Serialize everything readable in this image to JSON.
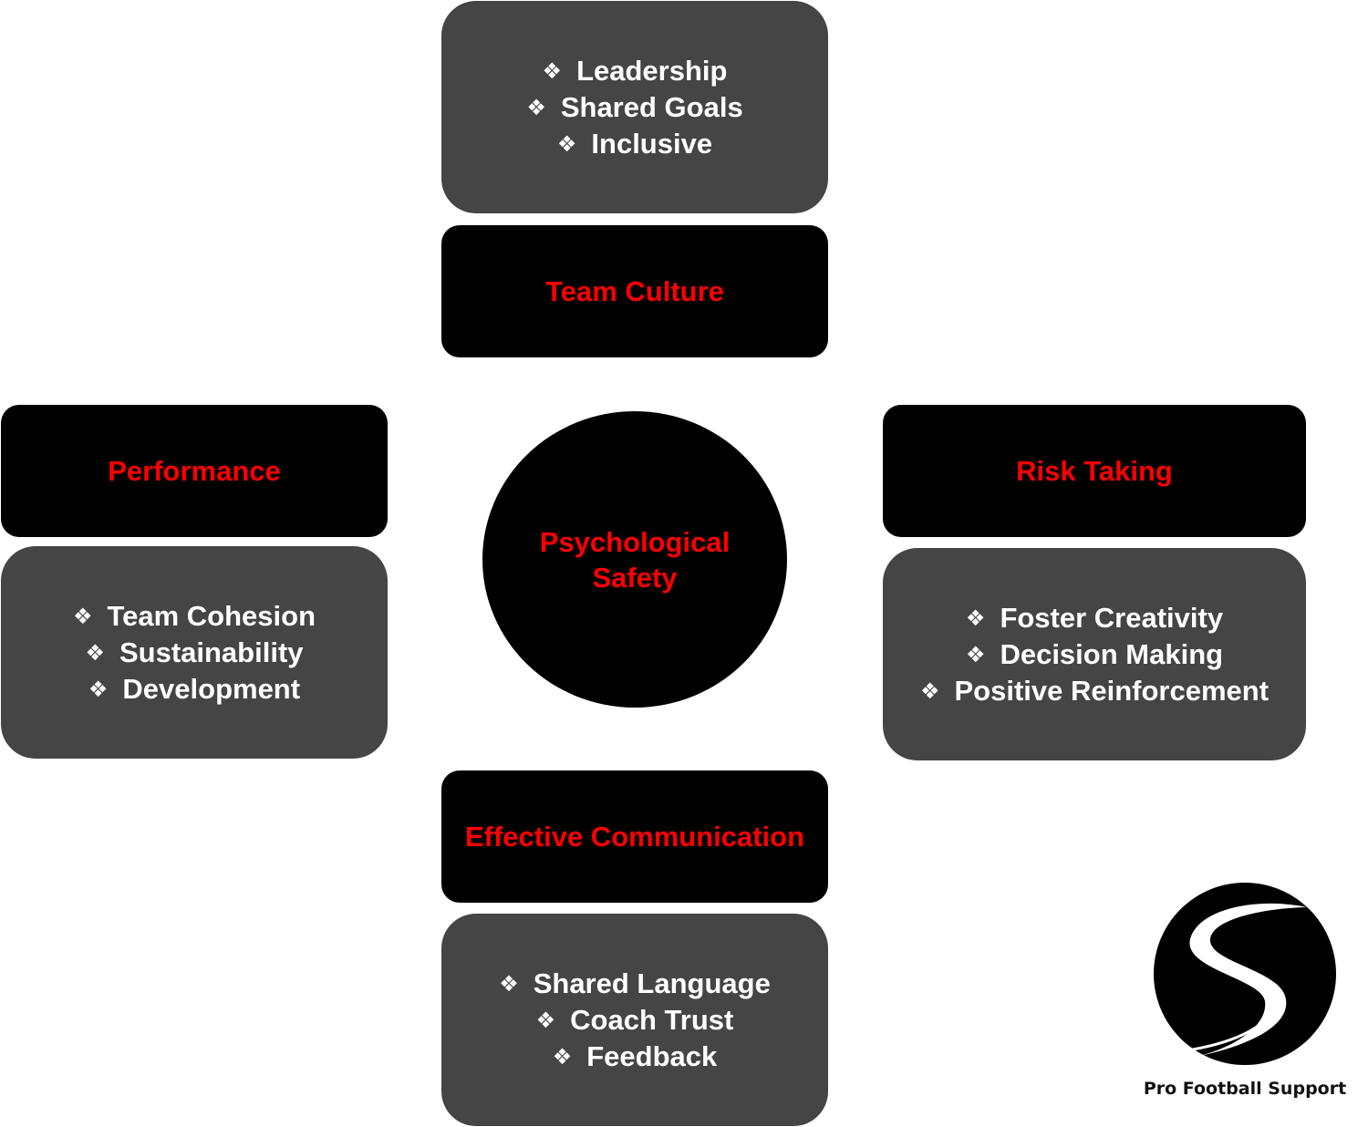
{
  "center": {
    "label": "Psychological Safety"
  },
  "bullet_symbol": "❖",
  "team_culture": {
    "title": "Team Culture",
    "items": [
      "Leadership",
      "Shared Goals",
      "Inclusive"
    ]
  },
  "performance": {
    "title": "Performance",
    "items": [
      "Team Cohesion",
      "Sustainability",
      "Development"
    ]
  },
  "risk_taking": {
    "title": "Risk Taking",
    "items": [
      "Foster Creativity",
      "Decision Making",
      "Positive Reinforcement"
    ]
  },
  "effective_communication": {
    "title": "Effective Communication",
    "items": [
      "Shared Language",
      "Coach Trust",
      "Feedback"
    ]
  },
  "logo": {
    "text": "Pro Football Support",
    "icon": "s-swoosh-logo",
    "colors": {
      "circle": "#000000",
      "swoosh": "#ffffff"
    }
  },
  "colors": {
    "title_text": "#ff0000",
    "item_text": "#ffffff",
    "dark_box": "#000000",
    "gray_box": "#454545"
  }
}
